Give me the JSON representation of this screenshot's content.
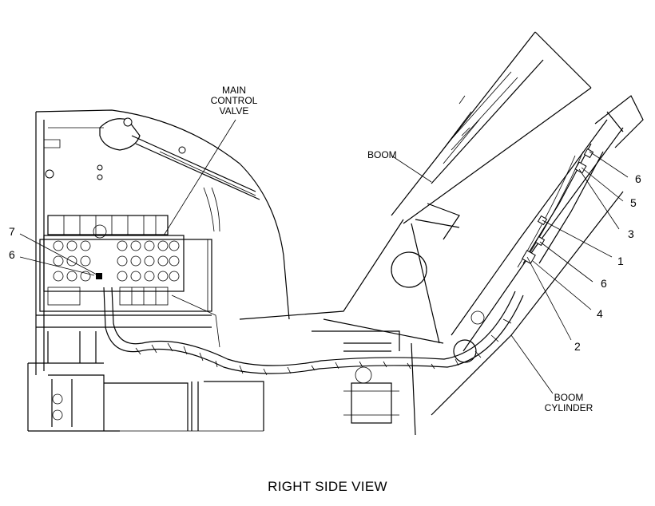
{
  "labels": {
    "main_control_valve": [
      "MAIN",
      "CONTROL",
      "VALVE"
    ],
    "boom": "BOOM",
    "boom_cylinder": [
      "BOOM",
      "CYLINDER"
    ],
    "callouts": {
      "c7": "7",
      "c6_left": "6",
      "c6_top": "6",
      "c5": "5",
      "c3": "3",
      "c1": "1",
      "c6_mid": "6",
      "c4": "4",
      "c2": "2"
    }
  },
  "caption": "RIGHT SIDE VIEW"
}
